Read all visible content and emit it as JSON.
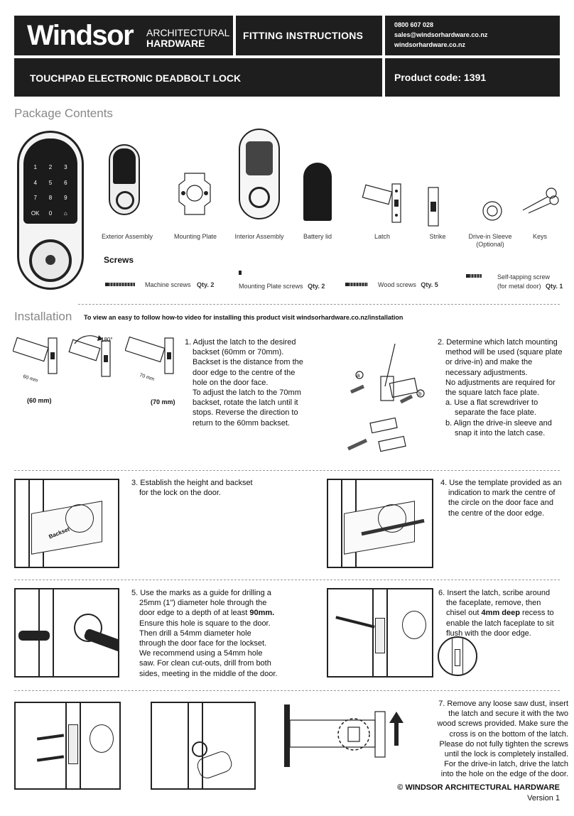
{
  "header": {
    "brand_word": "Windsor",
    "brand_sub1": "ARCHITECTURAL",
    "brand_sub2": "HARDWARE",
    "doc_type": "FITTING INSTRUCTIONS",
    "phone": "0800 607 028",
    "email": "sales@windsorhardware.co.nz",
    "website": "windsorhardware.co.nz",
    "product_name": "TOUCHPAD ELECTRONIC DEADBOLT LOCK",
    "product_code": "Product code: 1391"
  },
  "package": {
    "title": "Package Contents",
    "keypad_keys": [
      "1",
      "2",
      "3",
      "4",
      "5",
      "6",
      "7",
      "8",
      "9",
      "OK",
      "0",
      "⌂"
    ],
    "items": [
      "Exterior Assembly",
      "Mounting Plate",
      "Interior Assembly",
      "Battery lid",
      "Latch",
      "Strike",
      "Drive-in Sleeve",
      "(Optional)",
      "Keys"
    ],
    "screws_title": "Screws",
    "screws": [
      {
        "label": "Machine screws",
        "qty": "Qty. 2"
      },
      {
        "label": "Mounting Plate screws",
        "qty": "Qty. 2"
      },
      {
        "label": "Wood screws",
        "qty": "Qty. 5"
      },
      {
        "label": "Self-tapping screw",
        "label2": "(for metal door)",
        "qty": "Qty. 1"
      }
    ]
  },
  "installation": {
    "title": "Installation",
    "video_note": "To view an easy to follow how-to video for installing this product visit windsorhardware.co.nz/installation",
    "fig_labels": {
      "d60": "(60 mm)",
      "d70": "(70 mm)",
      "deg": "180°",
      "m60": "60 mm",
      "m70": "70 mm",
      "a": "a",
      "b": "b",
      "backset": "Backset"
    }
  },
  "steps": {
    "s1": [
      "1. Adjust the latch to the desired",
      "backset (60mm or 70mm).",
      "Backset is the distance from the",
      "door edge to the centre of the",
      "hole on the door face.",
      "To adjust the latch to the 70mm",
      "backset, rotate the latch until it",
      "stops. Reverse the direction to",
      "return to the 60mm backset."
    ],
    "s2": [
      "2. Determine which latch mounting",
      "method will be used (square plate",
      "or drive-in) and make the",
      "necessary adjustments.",
      "No adjustments are required for",
      "the square latch face plate.",
      "a. Use a flat screwdriver to",
      "separate the face plate.",
      "b. Align the drive-in sleeve and",
      "snap it into the latch case."
    ],
    "s3": [
      "3. Establish the height and backset",
      "for the lock on the door."
    ],
    "s4": [
      "4. Use the template provided as an",
      "indication to mark the centre of",
      "the circle on the door face and",
      "the centre of the door edge."
    ],
    "s5": [
      "5. Use the marks as a guide for drilling a",
      "25mm (1\") diameter hole through the",
      "door edge to a depth of at least",
      "90mm.",
      "Ensure this hole is square to the door.",
      "Then drill a 54mm diameter hole",
      "through the door face for the lockset.",
      "We recommend using a 54mm hole",
      "saw. For clean cut-outs, drill from both",
      "sides, meeting in the middle of the door."
    ],
    "s6": [
      "6. Insert the latch, scribe around",
      "the faceplate, remove, then",
      "chisel out",
      "4mm deep",
      "recess to",
      "enable the latch faceplate to sit",
      "flush with the door edge."
    ],
    "s7": [
      "7. Remove any loose saw dust, insert",
      "the latch and secure it with the two",
      "wood screws provided. Make sure the",
      "cross is on the bottom of the latch.",
      "Please do not fully tighten the screws",
      "until the lock is completely installed.",
      "For the drive-in latch, drive the latch",
      "into the hole on the edge of the door."
    ]
  },
  "footer": {
    "copyright": "© WINDSOR ARCHITECTURAL HARDWARE",
    "version": "Version 1"
  }
}
